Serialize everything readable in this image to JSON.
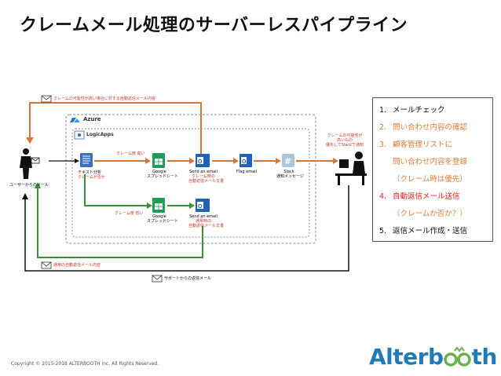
{
  "title": "クレームメール処理のサーバーレスパイプライン",
  "containers": {
    "azure_label": "Azure",
    "logic_apps_label": "LogicApps"
  },
  "nodes": {
    "user_caption": "ユーザーからのメール",
    "text_analysis": {
      "line1": "テキスト分析",
      "line2": "クレームか否か"
    },
    "sheets_top": {
      "line1": "Google",
      "line2": "スプレッドシート"
    },
    "send_email_top": {
      "line1": "Send an email",
      "line2": "クレーム時の",
      "line3": "自動返信メール文書"
    },
    "flag_email": {
      "line1": "Flag email"
    },
    "slack": {
      "line1": "Slack",
      "line2": "通知メッセージ"
    },
    "sheets_bottom": {
      "line1": "Google",
      "line2": "スプレッドシート"
    },
    "send_email_bottom": {
      "line1": "Send an email",
      "line2": "通常時の",
      "line3": "自動返信メール文書"
    },
    "operator_note": {
      "line1": "クレームの可能性が",
      "line2": "高いもの",
      "line3": "優先してSlackで通知"
    }
  },
  "edges": {
    "claim_yes": "クレーム度 高い",
    "claim_no": "クレーム度 低い",
    "top_return": "クレームの可能性が高い場合に対する自動返信メール内容",
    "bottom_return": "通常の自動返信メール内容",
    "support_reply": "サポートからの返信メール"
  },
  "steps": [
    {
      "num": "1.",
      "text": "メールチェック",
      "color": "#111111"
    },
    {
      "num": "2.",
      "text": "問い合わせ内容の確認",
      "color": "#e07b39"
    },
    {
      "num": "3.",
      "text": "顧客管理リストに",
      "color": "#e07b39"
    },
    {
      "num": "",
      "text": "問い合わせ内容を登録",
      "color": "#e07b39"
    },
    {
      "num": "",
      "text": "（クレーム時は優先）",
      "color": "#e07b39"
    },
    {
      "num": "4.",
      "text": "自動返信メール送信",
      "color": "#e02020"
    },
    {
      "num": "",
      "text": "（クレームか否か？）",
      "color": "#e07b39"
    },
    {
      "num": "5.",
      "text": "返信メール作成・送信",
      "color": "#111111"
    }
  ],
  "footer": {
    "copyright": "Copyright © 2015-2018 ALTERBOOTH inc. All Rights Reserved.",
    "logo_part1": "Alterb",
    "logo_part2": "th"
  },
  "colors": {
    "orange": "#d9743a",
    "green": "#3a8f3a",
    "black": "#111111",
    "azure_border": "#7a8fa6",
    "outlook_blue": "#1e63b8",
    "sheets_green": "#1f9d55"
  }
}
